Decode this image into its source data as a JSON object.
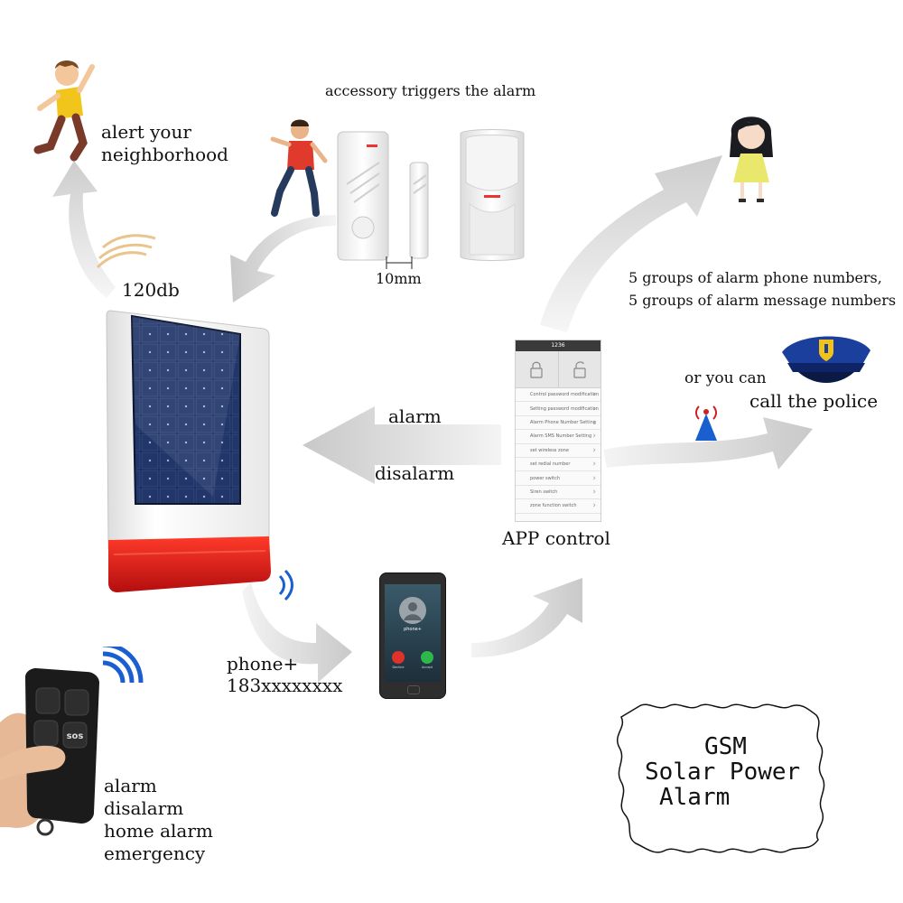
{
  "labels": {
    "accessory": "accessory triggers the alarm",
    "alert_line1": "alert your",
    "alert_line2": "neighborhood",
    "db": "120db",
    "width": "10mm",
    "groups_line1": "5 groups of alarm phone numbers,",
    "groups_line2": "5 groups of alarm message numbers",
    "or_you_can": "or you can",
    "call_police": "call the police",
    "alarm": "alarm",
    "disalarm": "disalarm",
    "app_control": "APP control",
    "phone_plus": "phone+",
    "phone_number": "183xxxxxxxx",
    "remote_alarm": "alarm",
    "remote_disalarm": "disalarm",
    "remote_home": "home alarm",
    "remote_emergency": "emergency"
  },
  "gsm_box": {
    "line1": "GSM",
    "line2": "Solar Power",
    "line3": "Alarm"
  },
  "app_screen": {
    "title": "1236",
    "rows": [
      "Control password modification",
      "Setting password modification",
      "Alarm Phone Number Setting",
      "Alarm SMS Number Setting",
      "set wireless zone",
      "set redial number",
      "power switch",
      "Siren switch",
      "zone function switch"
    ]
  },
  "phone_screen": {
    "caller": "phone+",
    "decline": "Decline",
    "accept": "Accept"
  },
  "remote": {
    "sos": "sos"
  },
  "colors": {
    "arrow": "#d2d2d2",
    "siren_red": "#e31b1b",
    "panel_blue": "#1a2a52",
    "police_blue": "#1b3f9c",
    "wifi_blue": "#1a5fd0",
    "badge_gold": "#f2c21b"
  }
}
